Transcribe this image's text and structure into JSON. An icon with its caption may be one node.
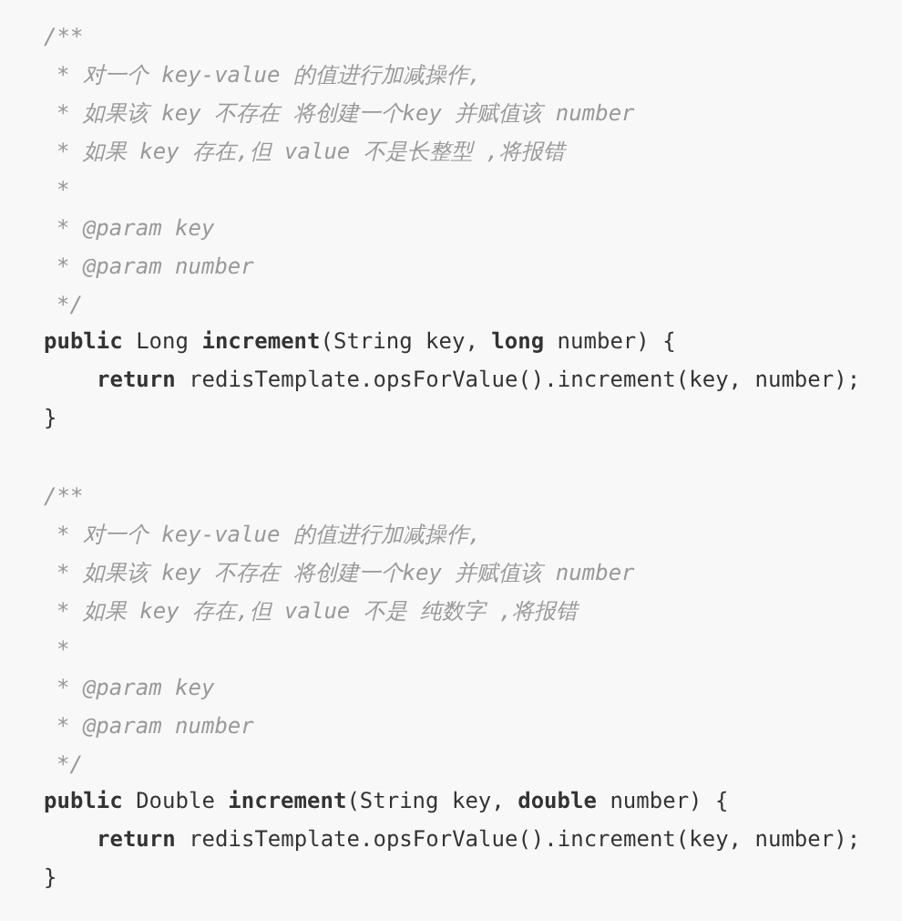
{
  "diagram": {
    "labels": [
      "/**",
      "* 对一个 key-value 的值进行加减操作,",
      "* 如果该 key 不存在 将创建一个key 并赋值该 number",
      "* 如果 key 存在,但 value 不是长整型 ,将报错",
      "*",
      "* *@param* key",
      "* *@param* number",
      "*/",
      "**public** Long **increment**(String key, **long** number) {",
      "**return** redisTemplate.opsForValue().increment(key, number);",
      "}",
      "/**",
      "* 对一个 key-value 的值进行加减操作,",
      "* 如果该 key 不存在 将创建一个key 并赋值该 number",
      "* 如果 key 存在,但 value 不是 纯数字 ,将报错",
      "*",
      "* *@param* key",
      "* *@param* number",
      "*/",
      "**public** Double **increment**(String key, **double** number) {",
      "**return** redisTemplate.opsForValue().increment(key, number);",
      "}"
    ]
  }
}
